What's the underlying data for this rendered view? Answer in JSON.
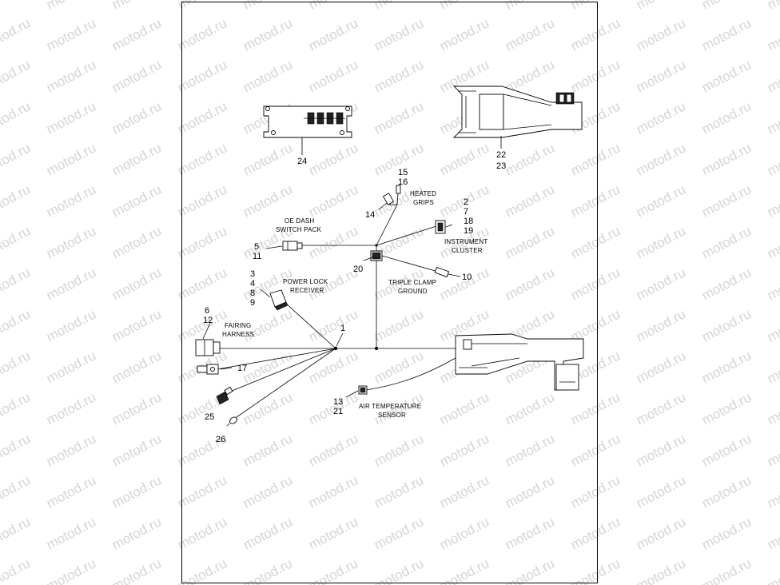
{
  "watermark": {
    "text": "motod.ru",
    "color": "#d4d4d4"
  },
  "callouts": {
    "n1": "1",
    "n2_7_18_19": [
      "2",
      "7",
      "18",
      "19"
    ],
    "n3_4_8_9": [
      "3",
      "4",
      "8",
      "9"
    ],
    "n5_11": [
      "5",
      "11"
    ],
    "n6_12": [
      "6",
      "12"
    ],
    "n10": "10",
    "n13_21": [
      "13",
      "21"
    ],
    "n14": "14",
    "n15_16": [
      "15",
      "16"
    ],
    "n17": "17",
    "n20": "20",
    "n22_23": [
      "22",
      "23"
    ],
    "n24": "24",
    "n25": "25",
    "n26": "26"
  },
  "labels": {
    "heated_grips": [
      "HEATED",
      "GRIPS"
    ],
    "oe_dash": [
      "OE DASH",
      "SWITCH PACK"
    ],
    "instrument_cluster": [
      "INSTRUMENT",
      "CLUSTER"
    ],
    "power_lock": [
      "POWER LOCK",
      "RECEIVER"
    ],
    "triple_clamp": [
      "TRIPLE CLAMP",
      "GROUND"
    ],
    "fairing_harness": [
      "FAIRING",
      "HARNESS"
    ],
    "air_temp": [
      "AIR TEMPERATURE",
      "SENSOR"
    ]
  }
}
